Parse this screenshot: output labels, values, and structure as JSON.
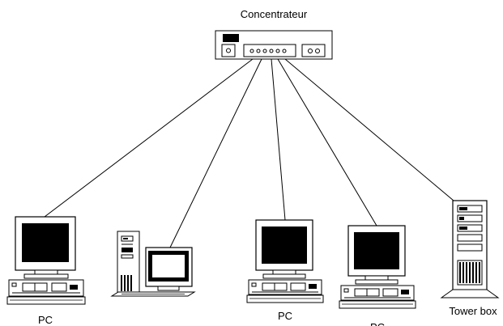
{
  "hub": {
    "label": "Concentrateur"
  },
  "devices": [
    {
      "id": "pc-1",
      "label": "PC"
    },
    {
      "id": "workstation",
      "label": ""
    },
    {
      "id": "pc-2",
      "label": "PC"
    },
    {
      "id": "pc-3",
      "label": "PC"
    },
    {
      "id": "tower",
      "label": "Tower box"
    }
  ],
  "colors": {
    "ink": "#000000",
    "paper": "#ffffff"
  }
}
